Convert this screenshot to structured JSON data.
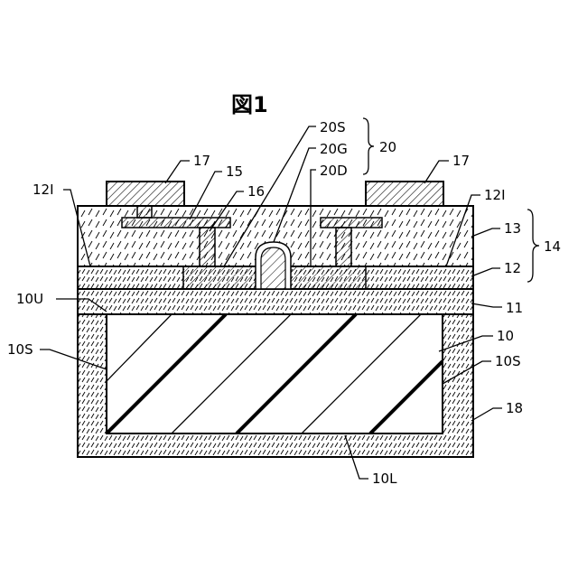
{
  "figure": {
    "title": "図1",
    "labels": {
      "l20S": "20S",
      "l20G": "20G",
      "l20D": "20D",
      "l20": "20",
      "l17_left": "17",
      "l17_right": "17",
      "l15": "15",
      "l16": "16",
      "l12I_left": "12I",
      "l12I_right": "12I",
      "l13": "13",
      "l14": "14",
      "l12": "12",
      "l10U": "10U",
      "l11": "11",
      "l10": "10",
      "l10S_left": "10S",
      "l10S_right": "10S",
      "l18": "18",
      "l10L": "10L"
    }
  }
}
